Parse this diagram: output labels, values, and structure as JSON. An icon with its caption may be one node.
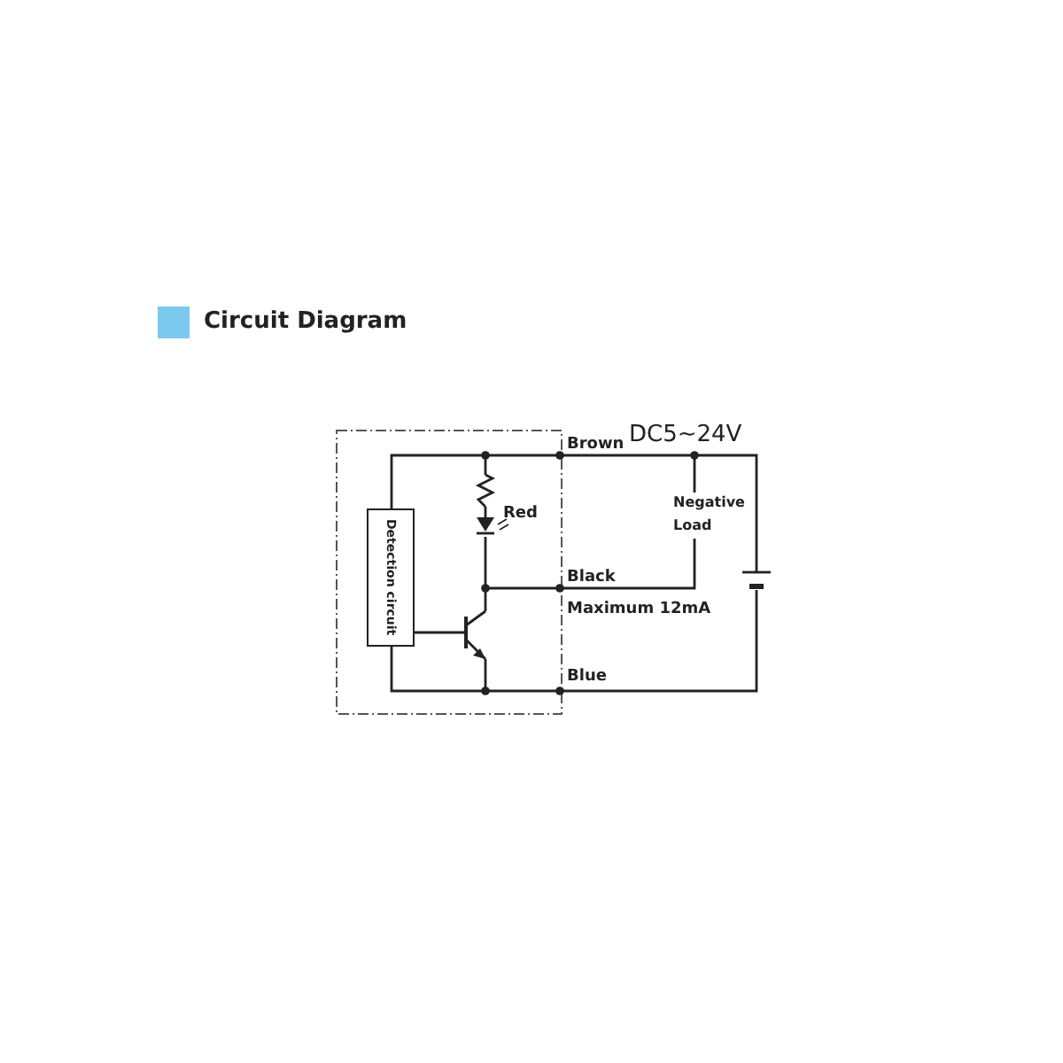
{
  "diagram": {
    "title": "Circuit Diagram",
    "nodes": [
      {
        "text": [
          "Detection circuit"
        ]
      }
    ],
    "labels": [
      "Brown",
      "DC5~24V",
      "Red",
      "Negative Load",
      "Black",
      "Maximum 12mA",
      "Blue"
    ]
  }
}
